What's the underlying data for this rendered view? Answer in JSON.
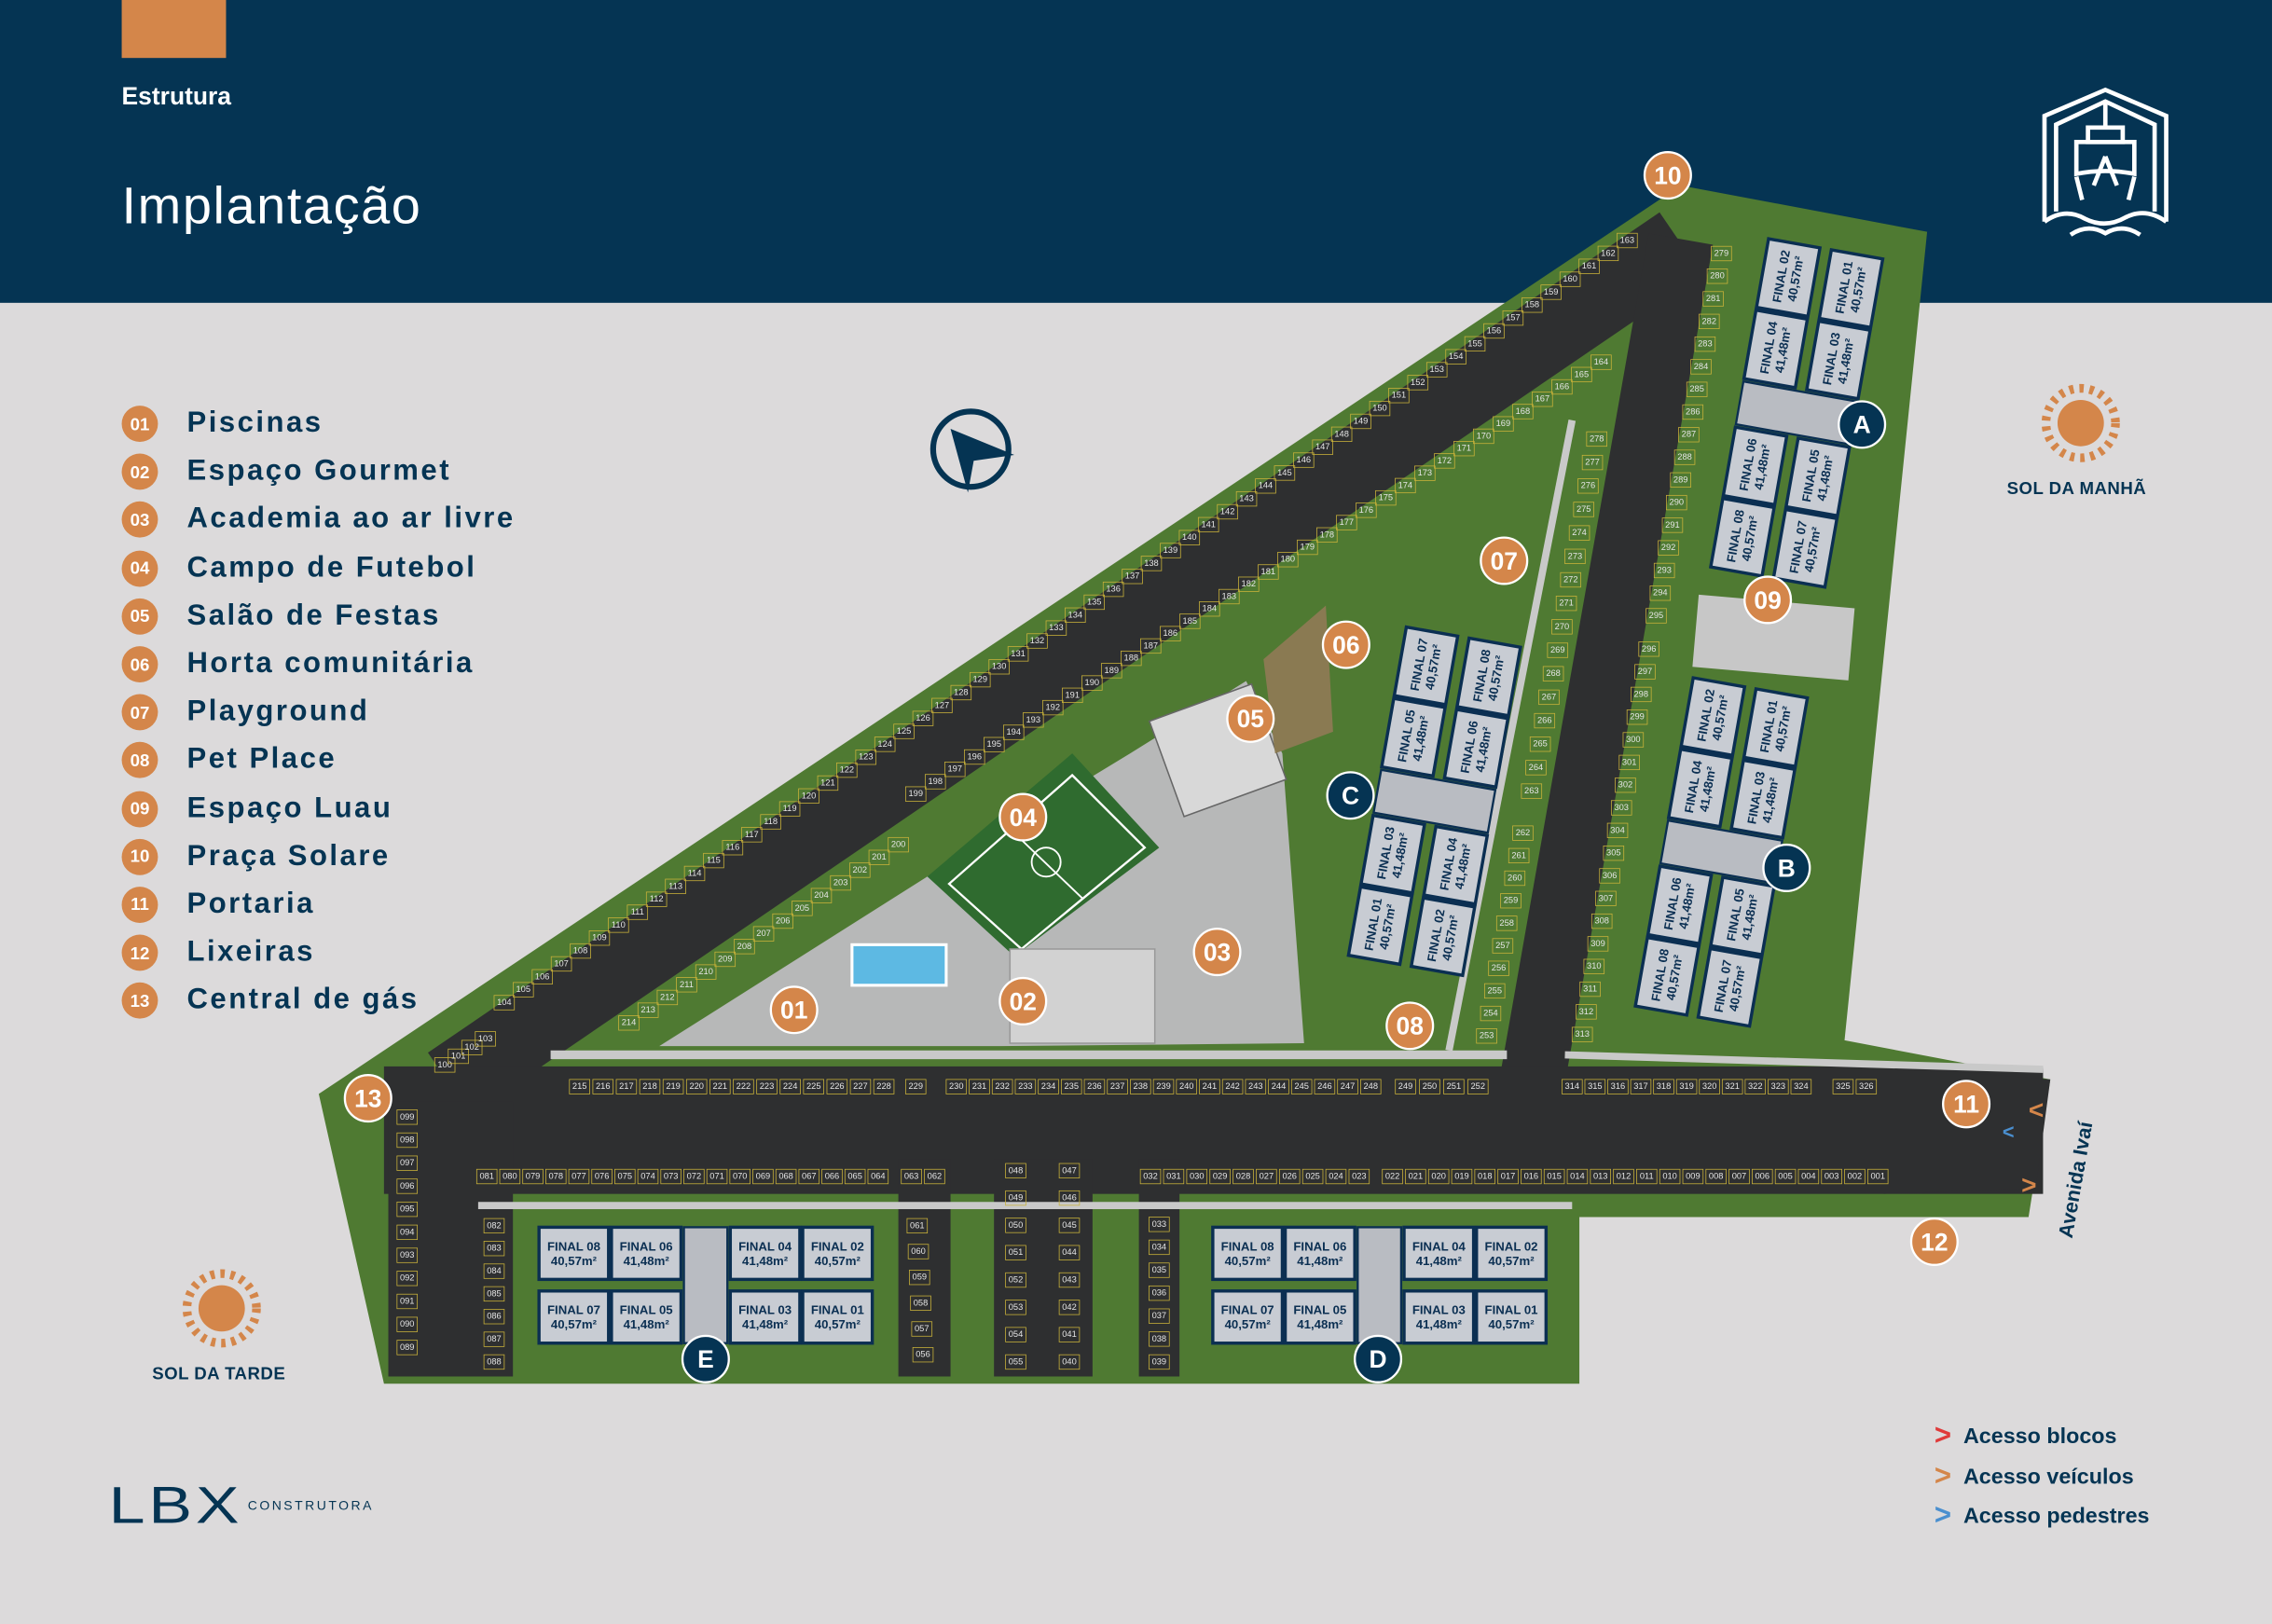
{
  "header": {
    "section": "Estrutura",
    "title": "Implantação"
  },
  "legend": [
    {
      "num": "01",
      "label": "Piscinas"
    },
    {
      "num": "02",
      "label": "Espaço Gourmet"
    },
    {
      "num": "03",
      "label": "Academia ao ar livre"
    },
    {
      "num": "04",
      "label": "Campo de Futebol"
    },
    {
      "num": "05",
      "label": "Salão de Festas"
    },
    {
      "num": "06",
      "label": "Horta comunitária"
    },
    {
      "num": "07",
      "label": "Playground"
    },
    {
      "num": "08",
      "label": "Pet Place"
    },
    {
      "num": "09",
      "label": "Espaço Luau"
    },
    {
      "num": "10",
      "label": "Praça Solare"
    },
    {
      "num": "11",
      "label": "Portaria"
    },
    {
      "num": "12",
      "label": "Lixeiras"
    },
    {
      "num": "13",
      "label": "Central de gás"
    }
  ],
  "sun": {
    "morning": "SOL DA MANHÃ",
    "afternoon": "SOL DA TARDE"
  },
  "street": "Avenida Ivaí",
  "access": [
    {
      "label": "Acesso blocos",
      "color": "#e03a3a"
    },
    {
      "label": "Acesso veículos",
      "color": "#d4864a"
    },
    {
      "label": "Acesso pedestres",
      "color": "#4a8fcf"
    }
  ],
  "brand": {
    "logo": "LBX",
    "sub": "CONSTRUTORA"
  },
  "colors": {
    "navy": "#053453",
    "orange": "#d4864a",
    "grass": "#4f7a32",
    "asphalt": "#2e2f30"
  },
  "blocks": [
    {
      "letter": "A",
      "units": [
        {
          "name": "FINAL 08",
          "area": "40,57m²"
        },
        {
          "name": "FINAL 06",
          "area": "41,48m²"
        },
        {
          "name": "FINAL 04",
          "area": "41,48m²"
        },
        {
          "name": "FINAL 02",
          "area": "40,57m²"
        },
        {
          "name": "FINAL 07",
          "area": "40,57m²"
        },
        {
          "name": "FINAL 05",
          "area": "41,48m²"
        },
        {
          "name": "FINAL 03",
          "area": "41,48m²"
        },
        {
          "name": "FINAL 01",
          "area": "40,57m²"
        }
      ]
    },
    {
      "letter": "B",
      "units": [
        {
          "name": "FINAL 08",
          "area": "40,57m²"
        },
        {
          "name": "FINAL 06",
          "area": "41,48m²"
        },
        {
          "name": "FINAL 04",
          "area": "41,48m²"
        },
        {
          "name": "FINAL 02",
          "area": "40,57m²"
        },
        {
          "name": "FINAL 07",
          "area": "40,57m²"
        },
        {
          "name": "FINAL 05",
          "area": "41,48m²"
        },
        {
          "name": "FINAL 03",
          "area": "41,48m²"
        },
        {
          "name": "FINAL 01",
          "area": "40,57m²"
        }
      ]
    },
    {
      "letter": "C",
      "units": [
        {
          "name": "FINAL 01",
          "area": "40,57m²"
        },
        {
          "name": "FINAL 03",
          "area": "41,48m²"
        },
        {
          "name": "FINAL 05",
          "area": "41,48m²"
        },
        {
          "name": "FINAL 07",
          "area": "40,57m²"
        },
        {
          "name": "FINAL 02",
          "area": "40,57m²"
        },
        {
          "name": "FINAL 04",
          "area": "41,48m²"
        },
        {
          "name": "FINAL 06",
          "area": "41,48m²"
        },
        {
          "name": "FINAL 08",
          "area": "40,57m²"
        }
      ]
    },
    {
      "letter": "D",
      "units": [
        {
          "name": "FINAL 08",
          "area": "40,57m²"
        },
        {
          "name": "FINAL 06",
          "area": "41,48m²"
        },
        {
          "name": "FINAL 04",
          "area": "41,48m²"
        },
        {
          "name": "FINAL 02",
          "area": "40,57m²"
        },
        {
          "name": "FINAL 07",
          "area": "40,57m²"
        },
        {
          "name": "FINAL 05",
          "area": "41,48m²"
        },
        {
          "name": "FINAL 03",
          "area": "41,48m²"
        },
        {
          "name": "FINAL 01",
          "area": "40,57m²"
        }
      ]
    },
    {
      "letter": "E",
      "units": [
        {
          "name": "FINAL 08",
          "area": "40,57m²"
        },
        {
          "name": "FINAL 06",
          "area": "41,48m²"
        },
        {
          "name": "FINAL 04",
          "area": "41,48m²"
        },
        {
          "name": "FINAL 02",
          "area": "40,57m²"
        },
        {
          "name": "FINAL 07",
          "area": "40,57m²"
        },
        {
          "name": "FINAL 05",
          "area": "41,48m²"
        },
        {
          "name": "FINAL 03",
          "area": "41,48m²"
        },
        {
          "name": "FINAL 01",
          "area": "40,57m²"
        }
      ]
    }
  ],
  "parking": {
    "rows": [
      {
        "from": 215,
        "to": 228
      },
      {
        "from": 229,
        "to": 229
      },
      {
        "from": 230,
        "to": 248
      },
      {
        "from": 249,
        "to": 252
      },
      {
        "from": 314,
        "to": 324
      },
      {
        "from": 325,
        "to": 326
      },
      {
        "from": 81,
        "to": 64
      },
      {
        "from": 63,
        "to": 62
      },
      {
        "from": 32,
        "to": 23
      },
      {
        "from": 22,
        "to": 1
      },
      {
        "from": 99,
        "to": 89
      },
      {
        "from": 82,
        "to": 88
      },
      {
        "from": 61,
        "to": 56
      },
      {
        "from": 48,
        "to": 55
      },
      {
        "from": 47,
        "to": 40
      },
      {
        "from": 33,
        "to": 39
      },
      {
        "from": 104,
        "to": 163
      },
      {
        "from": 164,
        "to": 199
      },
      {
        "from": 200,
        "to": 214
      },
      {
        "from": 278,
        "to": 263
      },
      {
        "from": 262,
        "to": 253
      },
      {
        "from": 279,
        "to": 295
      },
      {
        "from": 296,
        "to": 313
      },
      {
        "from": 100,
        "to": 103
      }
    ]
  }
}
